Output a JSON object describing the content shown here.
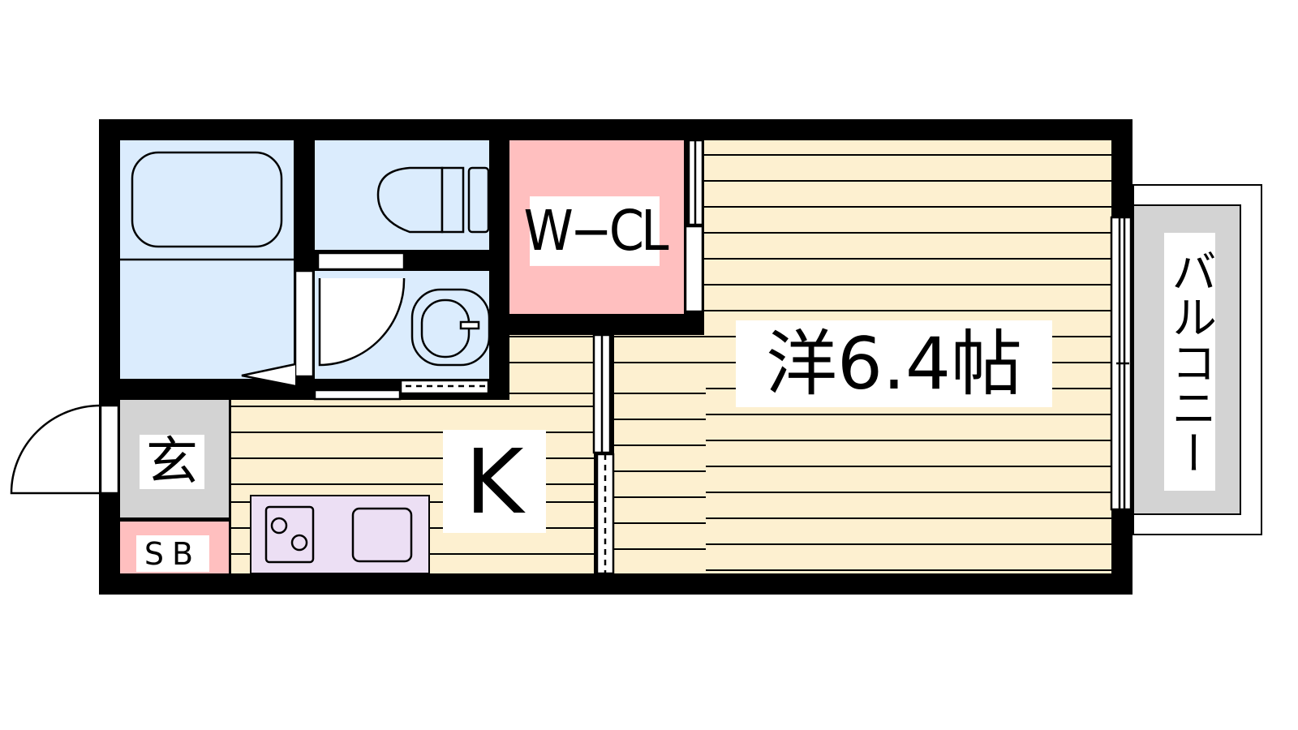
{
  "rooms": {
    "walk_in_closet": "W−CL",
    "western_room": "洋6.4帖",
    "kitchen": "K",
    "entrance": "玄",
    "shoe_box": "SB",
    "balcony": "バルコニー"
  },
  "colors": {
    "wet_area": "#dbecfd",
    "flooring": "#fdf0d0",
    "closet": "#ffbfbf",
    "entrance": "#d3d3d3",
    "kitchen_counter": "#ecdff4"
  }
}
